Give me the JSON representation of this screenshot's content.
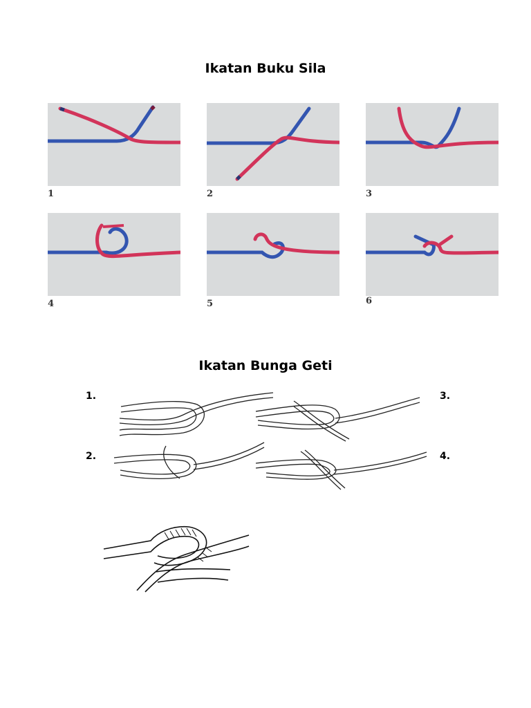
{
  "section1": {
    "title": "Ikatan Buku Sila",
    "steps": [
      "1",
      "2",
      "3",
      "4",
      "5",
      "6"
    ]
  },
  "section2": {
    "title": "Ikatan Bunga Geti",
    "steps": [
      "1.",
      "2.",
      "3.",
      "4."
    ]
  },
  "colors": {
    "rope_blue": "#3355b0",
    "rope_red": "#d2345a",
    "photo_bg": "#d9dbdc"
  },
  "icons": [
    "square-knot-photo",
    "sheet-bend-sketch"
  ]
}
